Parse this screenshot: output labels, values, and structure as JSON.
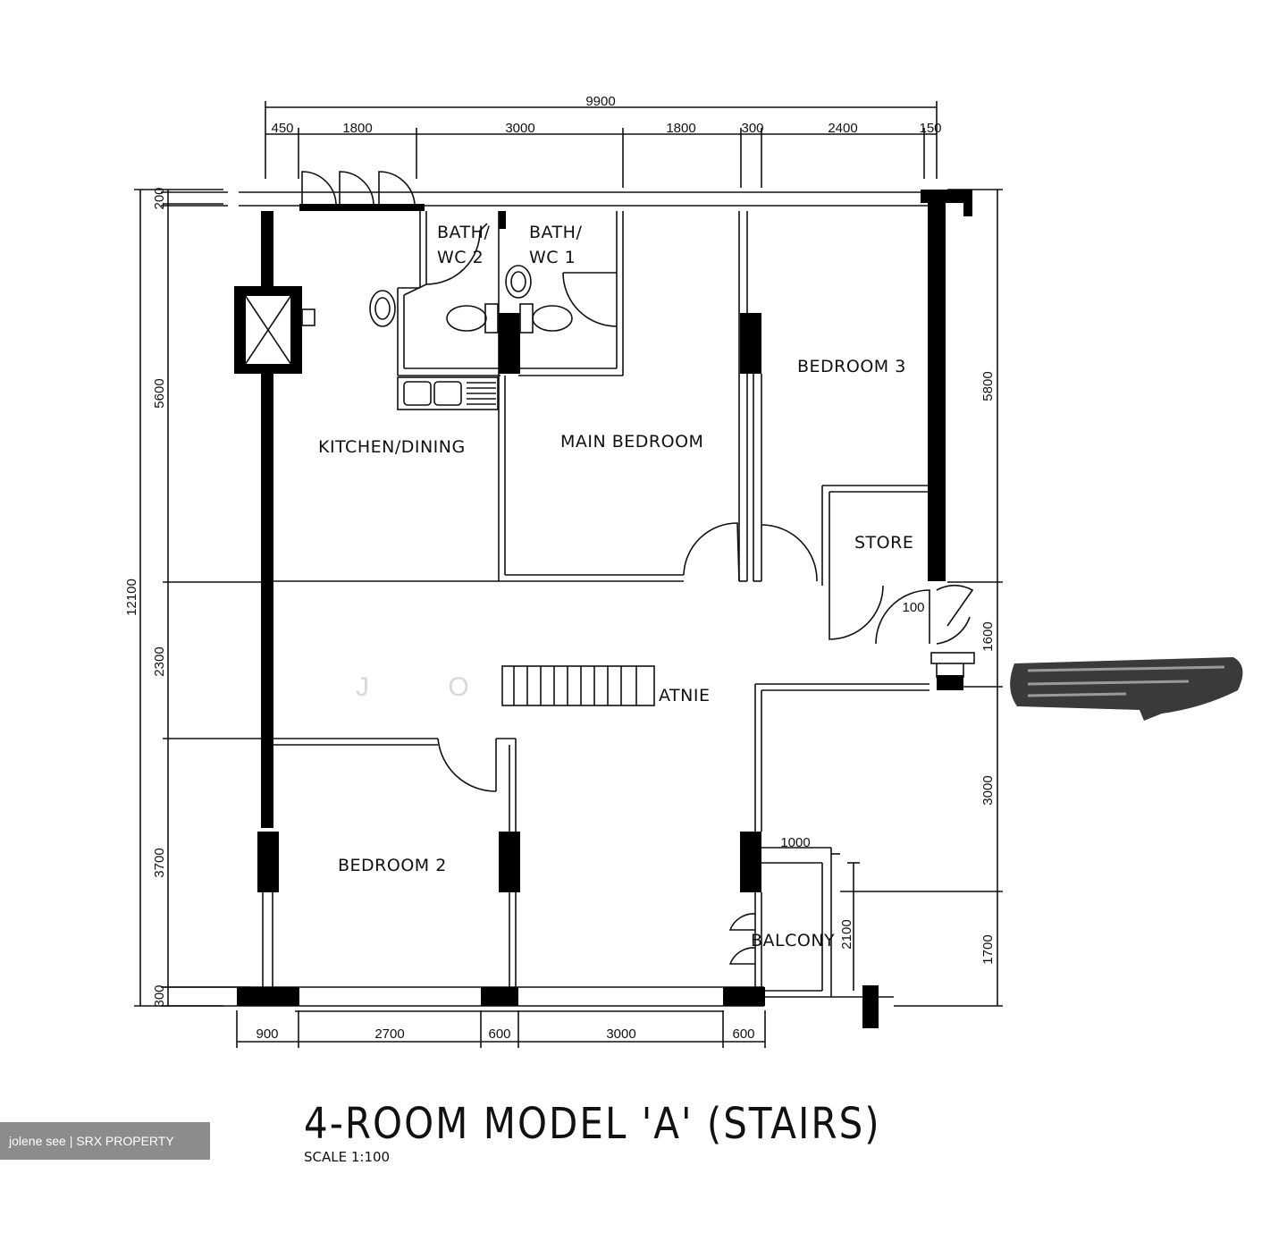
{
  "plan": {
    "title": "4-ROOM MODEL 'A' (STAIRS)",
    "scale": "SCALE   1:100",
    "credit": "jolene see | SRX PROPERTY",
    "watermark": "J O",
    "stairs_text": "ATNIE",
    "rooms": {
      "bath2_line1": "BATH/",
      "bath2_line2": "WC 2",
      "bath1_line1": "BATH/",
      "bath1_line2": "WC 1",
      "kitchen": "KITCHEN/DINING",
      "main_bedroom": "MAIN BEDROOM",
      "bedroom3": "BEDROOM 3",
      "store": "STORE",
      "bedroom2": "BEDROOM 2",
      "balcony": "BALCONY"
    },
    "dimensions": {
      "overall_width": "9900",
      "top": [
        "450",
        "1800",
        "3000",
        "1800",
        "300",
        "2400",
        "150"
      ],
      "bottom": [
        "900",
        "2700",
        "600",
        "3000",
        "600"
      ],
      "left_overall": "12100",
      "left": [
        "200",
        "5600",
        "2300",
        "3700",
        "300"
      ],
      "right": [
        "5800",
        "1600",
        "3000",
        "1700"
      ],
      "balcony_width": "1000",
      "balcony_depth": "2100",
      "door_width": "100"
    }
  }
}
